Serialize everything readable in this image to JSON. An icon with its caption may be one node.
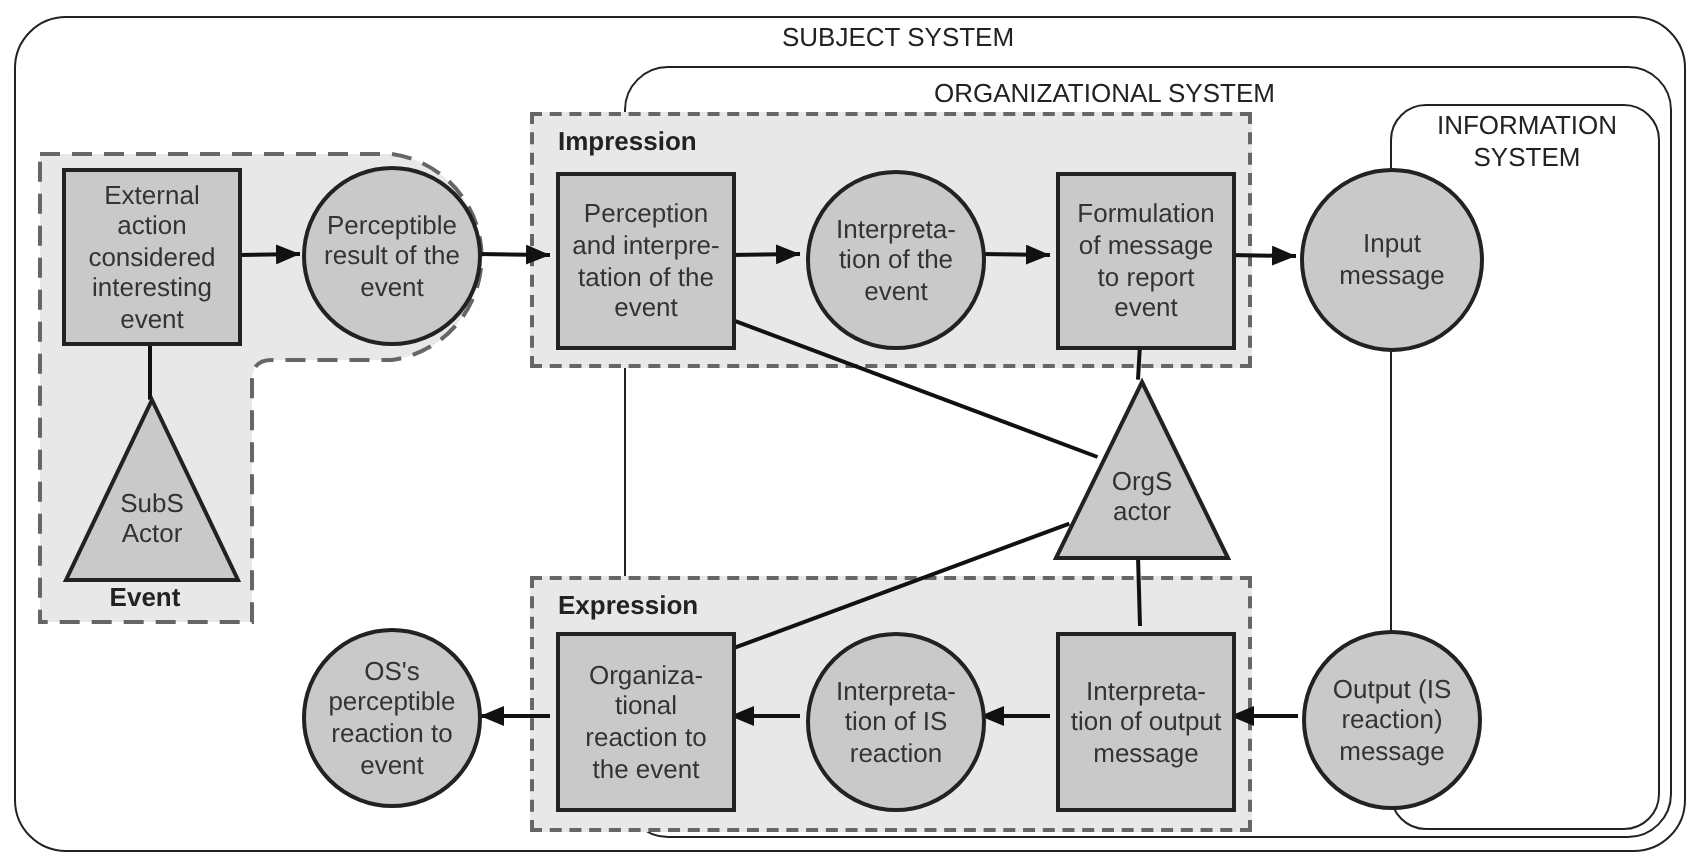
{
  "diagram": {
    "nodes": [
      {
        "text": [
          "SUBJECT SYSTEM"
        ]
      },
      {
        "text": [
          "ORGANIZATIONAL SYSTEM"
        ],
        "in": 0
      },
      {
        "text": [
          "INFORMATION SYSTEM"
        ],
        "in": 1
      },
      {
        "text": [
          "Event"
        ],
        "in": 0
      },
      {
        "text": [
          "External action considered interesting event"
        ],
        "in": 3
      },
      {
        "text": [
          "Perceptible result of the event"
        ],
        "in": 3
      },
      {
        "text": [
          "SubS Actor"
        ],
        "in": 3
      },
      {
        "text": [
          "Impression"
        ],
        "in": 0
      },
      {
        "text": [
          "Perception and interpre-tation of the event"
        ],
        "in": 7
      },
      {
        "text": [
          "Interpreta-tion of the event"
        ],
        "in": 7
      },
      {
        "text": [
          "Formulation of message to report event"
        ],
        "in": 7
      },
      {
        "text": [
          "Input message"
        ],
        "in": 1
      },
      {
        "text": [
          "OrgS actor"
        ],
        "in": 1
      },
      {
        "text": [
          "Expression"
        ],
        "in": 0
      },
      {
        "text": [
          "Organiza-tional reaction to the event"
        ],
        "in": 13
      },
      {
        "text": [
          "Interpreta-tion of IS reaction"
        ],
        "in": 13
      },
      {
        "text": [
          "Interpreta-tion of output message"
        ],
        "in": 13
      },
      {
        "text": [
          "Output (IS reaction) message"
        ],
        "in": 1
      },
      {
        "text": [
          "OS's perceptible reaction to event"
        ],
        "in": 0
      }
    ],
    "edges": [
      {
        "from": 4,
        "to": 5,
        "arrow": "to"
      },
      {
        "from": 5,
        "to": 8,
        "arrow": "to"
      },
      {
        "from": 8,
        "to": 9,
        "arrow": "to"
      },
      {
        "from": 9,
        "to": 10,
        "arrow": "to"
      },
      {
        "from": 10,
        "to": 11,
        "arrow": "to"
      },
      {
        "from": 6,
        "to": 4,
        "arrow": "none"
      },
      {
        "from": 12,
        "to": 10,
        "arrow": "none"
      },
      {
        "from": 12,
        "to": 8,
        "arrow": "none"
      },
      {
        "from": 12,
        "to": 14,
        "arrow": "none"
      },
      {
        "from": 12,
        "to": 16,
        "arrow": "none"
      },
      {
        "from": 17,
        "to": 16,
        "arrow": "to"
      },
      {
        "from": 16,
        "to": 15,
        "arrow": "to"
      },
      {
        "from": 15,
        "to": 14,
        "arrow": "to"
      },
      {
        "from": 14,
        "to": 18,
        "arrow": "to"
      }
    ]
  }
}
